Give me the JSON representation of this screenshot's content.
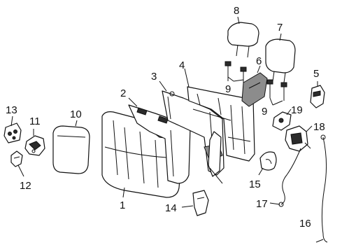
{
  "diagram": {
    "callouts": {
      "c1": "1",
      "c2": "2",
      "c3": "3",
      "c4": "4",
      "c5": "5",
      "c6": "6",
      "c7": "7",
      "c8": "8",
      "c9a": "9",
      "c9b": "9",
      "c10": "10",
      "c11": "11",
      "c12": "12",
      "c13": "13",
      "c14": "14",
      "c15": "15",
      "c16": "16",
      "c17": "17",
      "c18": "18",
      "c19": "19"
    }
  }
}
